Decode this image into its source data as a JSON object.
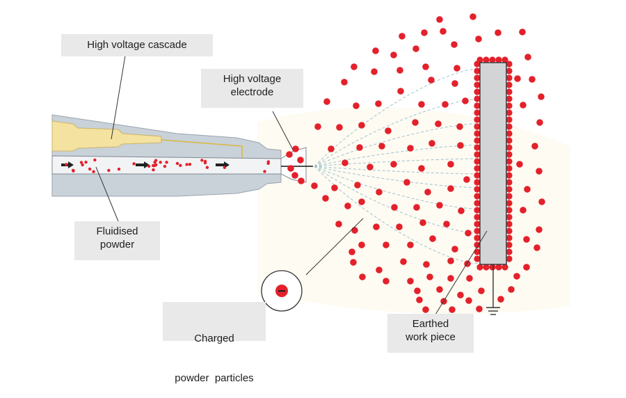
{
  "labels": {
    "cascade": "High voltage cascade",
    "electrode_line1": "High voltage",
    "electrode_line2": "electrode",
    "powder_line1": "Fluidised",
    "powder_line2": "powder",
    "particles_line1": "Charged",
    "particles_line2": "powder  particles",
    "workpiece_line1": "Earthed",
    "workpiece_line2": "work piece"
  },
  "colors": {
    "particle": "#e3212b",
    "gun_body": "#c9d1d9",
    "cascade": "#f4e2a0",
    "work_piece": "#d3d4d6",
    "field_line": "#9fc0cf",
    "label_box": "#e9e9ea"
  },
  "icons": {
    "charge_symbol": "minus-sign",
    "earth_symbol": "ground-icon"
  }
}
